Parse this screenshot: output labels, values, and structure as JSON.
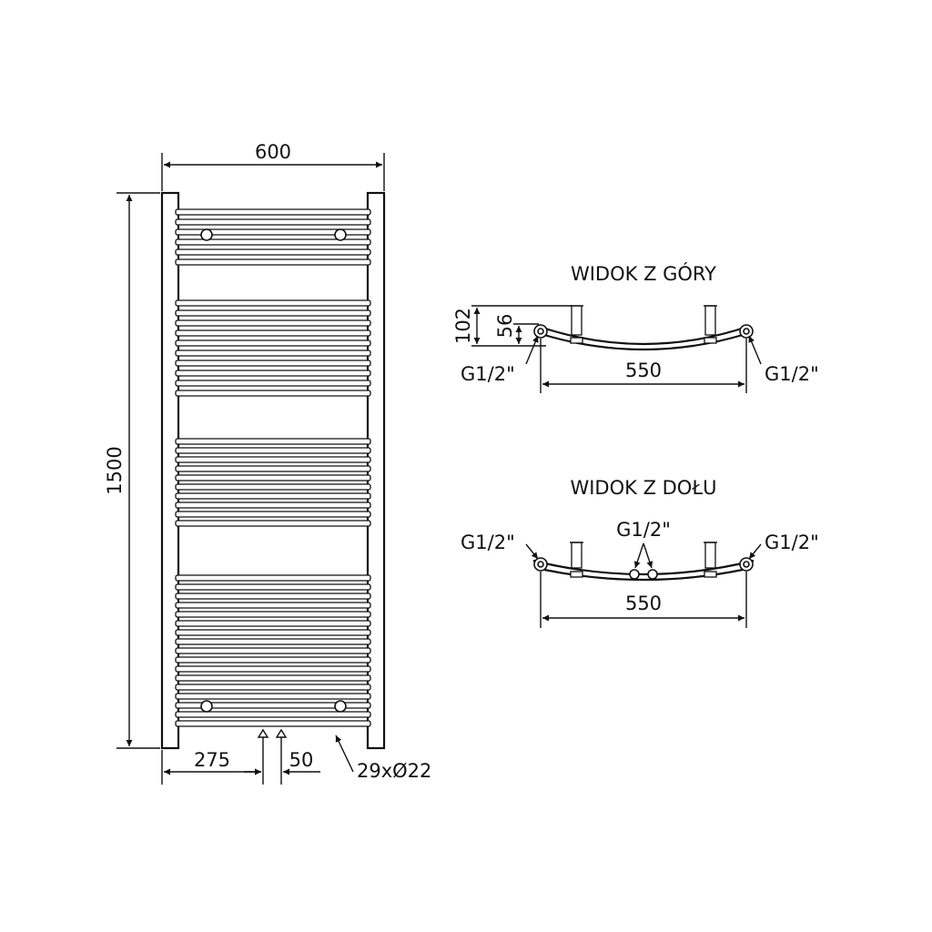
{
  "front_view": {
    "width_dim": "600",
    "height_dim": "1500",
    "left_offset_dim": "275",
    "spacing_dim": "50",
    "tube_spec": "29xØ22"
  },
  "top_view": {
    "title": "WIDOK Z GÓRY",
    "depth_outer_dim": "102",
    "depth_inner_dim": "56",
    "width_dim": "550",
    "connector_left": "G1/2\"",
    "connector_right": "G1/2\""
  },
  "bottom_view": {
    "title": "WIDOK Z DOŁU",
    "width_dim": "550",
    "connector_left": "G1/2\"",
    "connector_center": "G1/2\"",
    "connector_right": "G1/2\""
  },
  "colors": {
    "line": "#111111",
    "background": "#ffffff"
  }
}
